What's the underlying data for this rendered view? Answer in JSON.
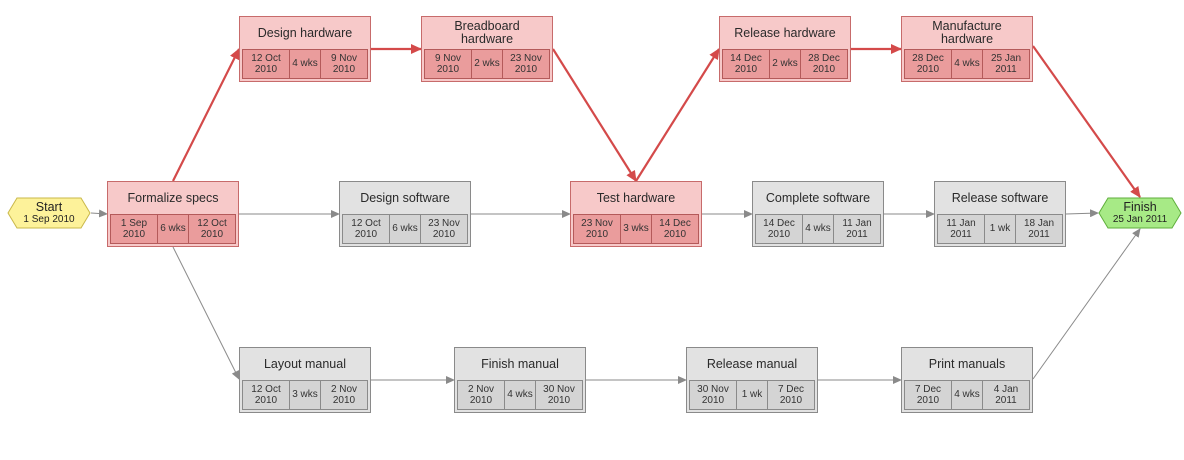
{
  "milestones": {
    "start": {
      "label": "Start",
      "date": "1 Sep 2010",
      "color": "#fdf29a",
      "border": "#c9b84a"
    },
    "finish": {
      "label": "Finish",
      "date": "25 Jan 2011",
      "color": "#a7ea86",
      "border": "#5fae3c"
    }
  },
  "tasks": [
    {
      "id": "formalize_specs",
      "name": "Formalize specs",
      "start": "1 Sep 2010",
      "duration": "6 wks",
      "end": "12 Oct 2010",
      "critical": true
    },
    {
      "id": "design_hardware",
      "name": "Design hardware",
      "start": "12 Oct 2010",
      "duration": "4 wks",
      "end": "9 Nov 2010",
      "critical": true
    },
    {
      "id": "breadboard_hardware",
      "name": "Breadboard hardware",
      "start": "9 Nov 2010",
      "duration": "2 wks",
      "end": "23 Nov 2010",
      "critical": true
    },
    {
      "id": "test_hardware",
      "name": "Test hardware",
      "start": "23 Nov 2010",
      "duration": "3 wks",
      "end": "14 Dec 2010",
      "critical": true
    },
    {
      "id": "release_hardware",
      "name": "Release hardware",
      "start": "14 Dec 2010",
      "duration": "2 wks",
      "end": "28 Dec 2010",
      "critical": true
    },
    {
      "id": "manufacture_hardware",
      "name": "Manufacture hardware",
      "start": "28 Dec 2010",
      "duration": "4 wks",
      "end": "25 Jan 2011",
      "critical": true
    },
    {
      "id": "design_software",
      "name": "Design software",
      "start": "12 Oct 2010",
      "duration": "6 wks",
      "end": "23 Nov 2010",
      "critical": false
    },
    {
      "id": "complete_software",
      "name": "Complete software",
      "start": "14 Dec 2010",
      "duration": "4 wks",
      "end": "11 Jan 2011",
      "critical": false
    },
    {
      "id": "release_software",
      "name": "Release software",
      "start": "11 Jan 2011",
      "duration": "1 wk",
      "end": "18 Jan 2011",
      "critical": false
    },
    {
      "id": "layout_manual",
      "name": "Layout manual",
      "start": "12 Oct 2010",
      "duration": "3 wks",
      "end": "2 Nov 2010",
      "critical": false
    },
    {
      "id": "finish_manual",
      "name": "Finish manual",
      "start": "2 Nov 2010",
      "duration": "4 wks",
      "end": "30 Nov 2010",
      "critical": false
    },
    {
      "id": "release_manual",
      "name": "Release manual",
      "start": "30 Nov 2010",
      "duration": "1 wk",
      "end": "7 Dec 2010",
      "critical": false
    },
    {
      "id": "print_manuals",
      "name": "Print manuals",
      "start": "7 Dec 2010",
      "duration": "4 wks",
      "end": "4 Jan 2011",
      "critical": false
    }
  ],
  "dependencies": [
    {
      "from": "start",
      "to": "formalize_specs",
      "critical": false
    },
    {
      "from": "formalize_specs",
      "to": "design_hardware",
      "critical": true
    },
    {
      "from": "design_hardware",
      "to": "breadboard_hardware",
      "critical": true
    },
    {
      "from": "breadboard_hardware",
      "to": "test_hardware",
      "critical": true
    },
    {
      "from": "test_hardware",
      "to": "release_hardware",
      "critical": true
    },
    {
      "from": "release_hardware",
      "to": "manufacture_hardware",
      "critical": true
    },
    {
      "from": "manufacture_hardware",
      "to": "finish",
      "critical": true
    },
    {
      "from": "formalize_specs",
      "to": "design_software",
      "critical": false
    },
    {
      "from": "design_software",
      "to": "test_hardware",
      "critical": false
    },
    {
      "from": "test_hardware",
      "to": "complete_software",
      "critical": false
    },
    {
      "from": "complete_software",
      "to": "release_software",
      "critical": false
    },
    {
      "from": "release_software",
      "to": "finish",
      "critical": false
    },
    {
      "from": "formalize_specs",
      "to": "layout_manual",
      "critical": false
    },
    {
      "from": "layout_manual",
      "to": "finish_manual",
      "critical": false
    },
    {
      "from": "finish_manual",
      "to": "release_manual",
      "critical": false
    },
    {
      "from": "release_manual",
      "to": "print_manuals",
      "critical": false
    },
    {
      "from": "print_manuals",
      "to": "finish",
      "critical": false
    }
  ],
  "colors": {
    "critical_path": "#d44a4a",
    "normal_path": "#8a8a8a"
  }
}
